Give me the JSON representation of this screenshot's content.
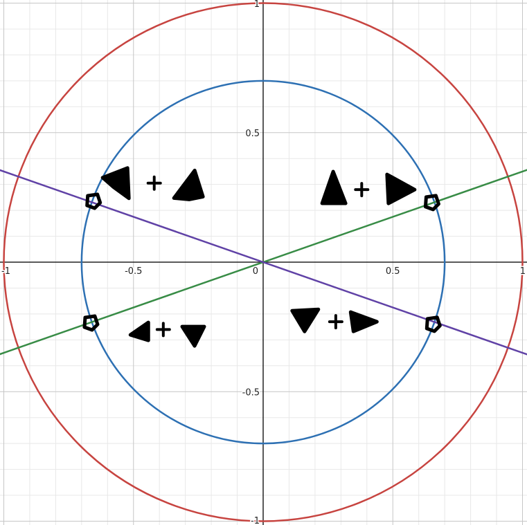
{
  "chart_data": {
    "type": "graph",
    "xlim": [
      -1.02,
      1.02
    ],
    "ylim": [
      -1.01,
      1.01
    ],
    "grid": true,
    "minor_step": 0.1,
    "major_step": 0.5,
    "x_ticks": [
      {
        "value": -1,
        "label": "-1"
      },
      {
        "value": -0.5,
        "label": "-0.5"
      },
      {
        "value": 0.5,
        "label": "0.5"
      },
      {
        "value": 1,
        "label": "1"
      }
    ],
    "y_ticks": [
      {
        "value": 1,
        "label": "1"
      },
      {
        "value": 0.5,
        "label": "0.5"
      },
      {
        "value": -0.5,
        "label": "-0.5"
      },
      {
        "value": -1,
        "label": "-1"
      }
    ],
    "origin_label": "0",
    "circles": [
      {
        "id": "unit-circle",
        "r": 1.0,
        "color": "#c74440"
      },
      {
        "id": "inner-circle",
        "r": 0.7,
        "color": "#2d70b3"
      }
    ],
    "lines": [
      {
        "id": "green-line",
        "slope": 0.35,
        "color": "#388c46"
      },
      {
        "id": "purple-line",
        "slope": -0.35,
        "color": "#6042a6"
      }
    ],
    "drawings": {
      "quadrant_groups": [
        {
          "name": "upper-left",
          "plus_at": [
            -0.42,
            0.305
          ],
          "left_at": [
            -0.555,
            0.305
          ],
          "right_at": [
            -0.28,
            0.29
          ]
        },
        {
          "name": "upper-right",
          "plus_at": [
            0.38,
            0.28
          ],
          "left_at": [
            0.27,
            0.275
          ],
          "right_at": [
            0.515,
            0.28
          ]
        },
        {
          "name": "lower-left",
          "plus_at": [
            -0.385,
            -0.26
          ],
          "left_at": [
            -0.48,
            -0.27
          ],
          "right_at": [
            -0.275,
            -0.27
          ]
        },
        {
          "name": "lower-right",
          "plus_at": [
            0.28,
            -0.23
          ],
          "left_at": [
            0.165,
            -0.225
          ],
          "right_at": [
            0.38,
            -0.23
          ]
        }
      ],
      "loops": [
        {
          "name": "loop-upper-left",
          "at": [
            -0.655,
            0.235
          ]
        },
        {
          "name": "loop-upper-right",
          "at": [
            0.65,
            0.23
          ]
        },
        {
          "name": "loop-lower-left",
          "at": [
            -0.665,
            -0.235
          ]
        },
        {
          "name": "loop-lower-right",
          "at": [
            0.655,
            -0.24
          ]
        }
      ]
    }
  }
}
